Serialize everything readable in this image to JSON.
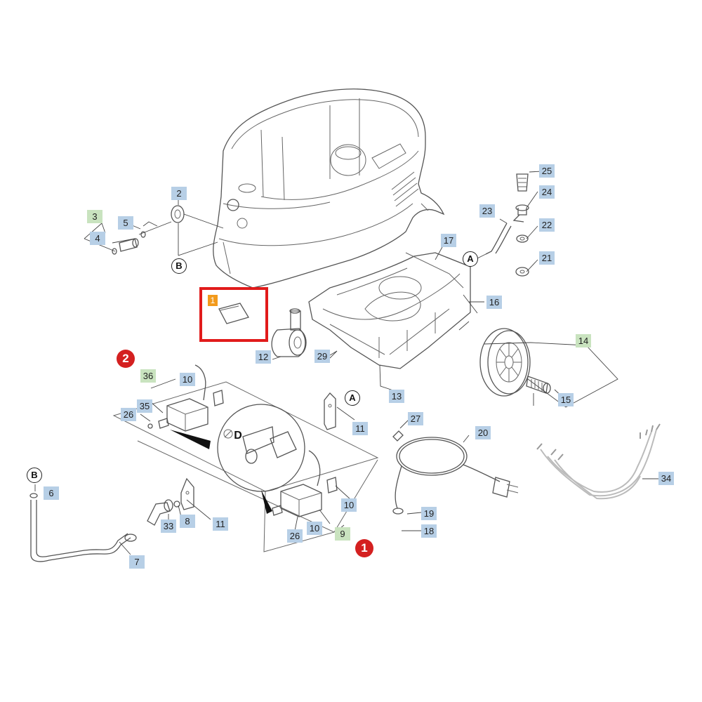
{
  "labels": [
    {
      "id": "p1",
      "text": "1",
      "style": "orange"
    },
    {
      "id": "p2",
      "text": "2",
      "style": "blue"
    },
    {
      "id": "p3",
      "text": "3",
      "style": "green"
    },
    {
      "id": "p4",
      "text": "4",
      "style": "blue"
    },
    {
      "id": "p5",
      "text": "5",
      "style": "blue"
    },
    {
      "id": "p6",
      "text": "6",
      "style": "blue"
    },
    {
      "id": "p7",
      "text": "7",
      "style": "blue"
    },
    {
      "id": "p8",
      "text": "8",
      "style": "blue"
    },
    {
      "id": "p9",
      "text": "9",
      "style": "green"
    },
    {
      "id": "p10a",
      "text": "10",
      "style": "blue"
    },
    {
      "id": "p10b",
      "text": "10",
      "style": "blue"
    },
    {
      "id": "p10c",
      "text": "10",
      "style": "blue"
    },
    {
      "id": "p11a",
      "text": "11",
      "style": "blue"
    },
    {
      "id": "p11b",
      "text": "11",
      "style": "blue"
    },
    {
      "id": "p12",
      "text": "12",
      "style": "blue"
    },
    {
      "id": "p13",
      "text": "13",
      "style": "blue"
    },
    {
      "id": "p14",
      "text": "14",
      "style": "green"
    },
    {
      "id": "p15",
      "text": "15",
      "style": "blue"
    },
    {
      "id": "p16",
      "text": "16",
      "style": "blue"
    },
    {
      "id": "p17",
      "text": "17",
      "style": "blue"
    },
    {
      "id": "p18",
      "text": "18",
      "style": "blue"
    },
    {
      "id": "p19",
      "text": "19",
      "style": "blue"
    },
    {
      "id": "p20",
      "text": "20",
      "style": "blue"
    },
    {
      "id": "p21",
      "text": "21",
      "style": "blue"
    },
    {
      "id": "p22",
      "text": "22",
      "style": "blue"
    },
    {
      "id": "p23",
      "text": "23",
      "style": "blue"
    },
    {
      "id": "p24",
      "text": "24",
      "style": "blue"
    },
    {
      "id": "p25",
      "text": "25",
      "style": "blue"
    },
    {
      "id": "p26a",
      "text": "26",
      "style": "blue"
    },
    {
      "id": "p26b",
      "text": "26",
      "style": "blue"
    },
    {
      "id": "p27",
      "text": "27",
      "style": "blue"
    },
    {
      "id": "p29",
      "text": "29",
      "style": "blue"
    },
    {
      "id": "p33",
      "text": "33",
      "style": "blue"
    },
    {
      "id": "p34",
      "text": "34",
      "style": "blue"
    },
    {
      "id": "p35",
      "text": "35",
      "style": "blue"
    },
    {
      "id": "p36",
      "text": "36",
      "style": "green"
    }
  ],
  "letters": [
    {
      "id": "B1",
      "text": "B"
    },
    {
      "id": "B2",
      "text": "B"
    },
    {
      "id": "A1",
      "text": "A"
    },
    {
      "id": "A2",
      "text": "A"
    },
    {
      "id": "D1",
      "text": "D"
    }
  ],
  "callouts": [
    {
      "id": "c1",
      "text": "1"
    },
    {
      "id": "c2",
      "text": "2"
    }
  ]
}
